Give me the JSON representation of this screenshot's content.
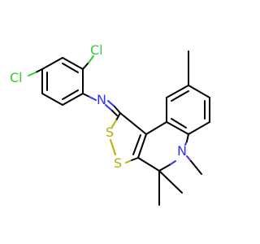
{
  "colors": {
    "carbon_bond": "#000000",
    "chlorine": "#33cc33",
    "sulfur": "#b3b300",
    "nitrogen": "#3333ff",
    "background": "#ffffff"
  },
  "atoms": {
    "cl_top": "Cl",
    "cl_left": "Cl",
    "n_imine": "N",
    "n_ring": "N",
    "s_upper": "S",
    "s_lower": "S"
  }
}
